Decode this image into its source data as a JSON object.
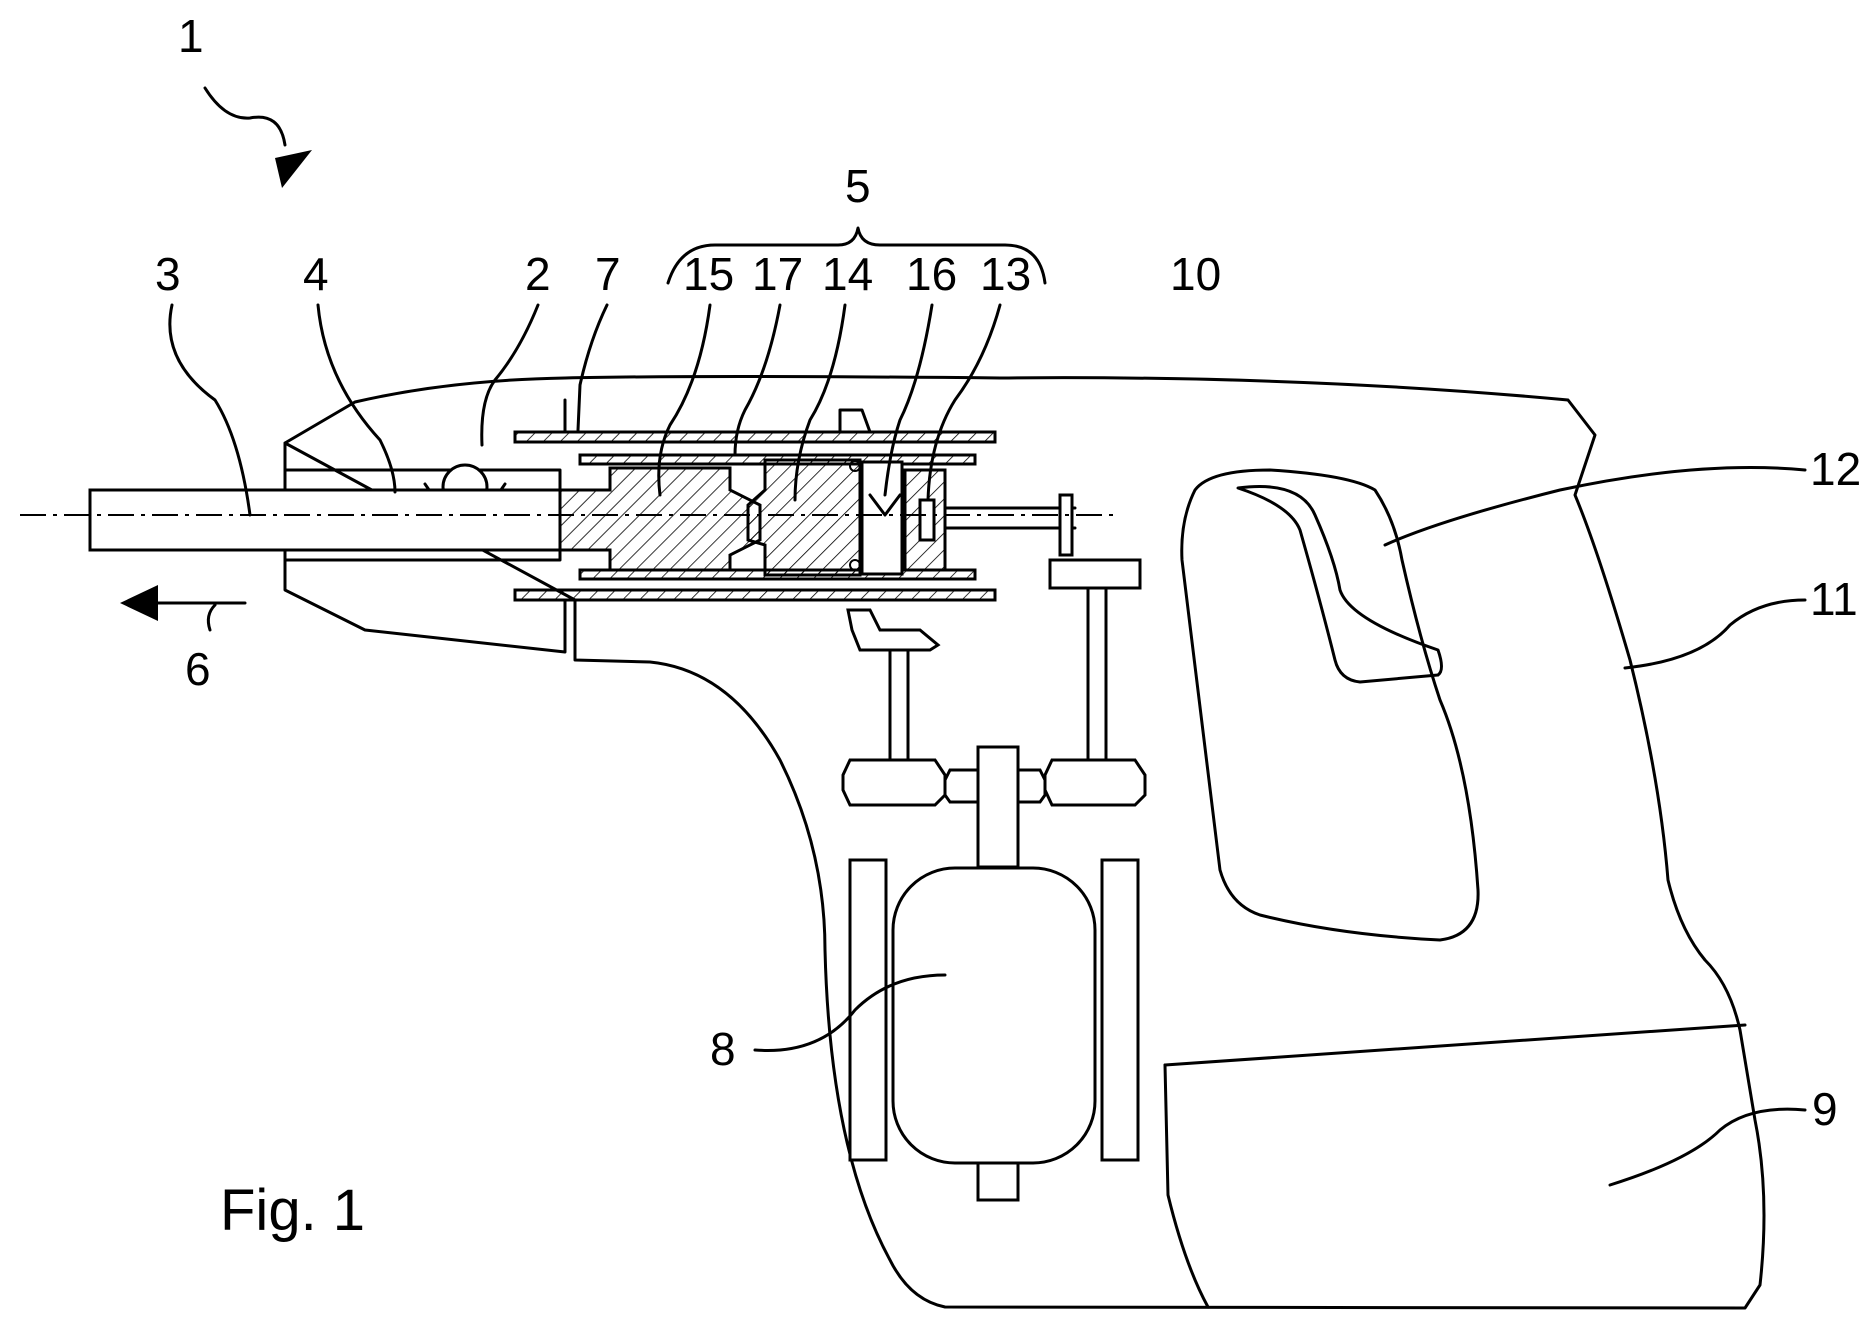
{
  "figure": {
    "caption": "Fig. 1",
    "labels": {
      "n1": "1",
      "n2": "2",
      "n3": "3",
      "n4": "4",
      "n5": "5",
      "n6": "6",
      "n7": "7",
      "n8": "8",
      "n9": "9",
      "n10": "10",
      "n11": "11",
      "n12": "12",
      "n13": "13",
      "n14": "14",
      "n15": "15",
      "n16": "16",
      "n17": "17"
    }
  }
}
